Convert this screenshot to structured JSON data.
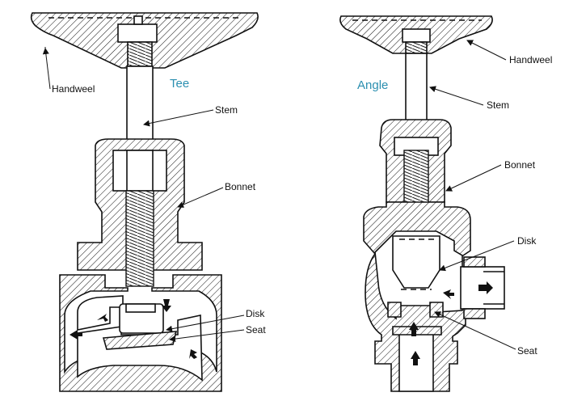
{
  "views": {
    "tee": {
      "title": "Tee",
      "labels": {
        "handwheel": "Handweel",
        "stem": "Stem",
        "bonnet": "Bonnet",
        "disk": "Disk",
        "seat": "Seat"
      }
    },
    "angle": {
      "title": "Angle",
      "labels": {
        "handwheel": "Handweel",
        "stem": "Stem",
        "bonnet": "Bonnet",
        "disk": "Disk",
        "seat": "Seat"
      }
    }
  },
  "colors": {
    "title": "#2b8fb0",
    "line": "#111111"
  },
  "icons": [
    "flow-arrow-icon"
  ]
}
